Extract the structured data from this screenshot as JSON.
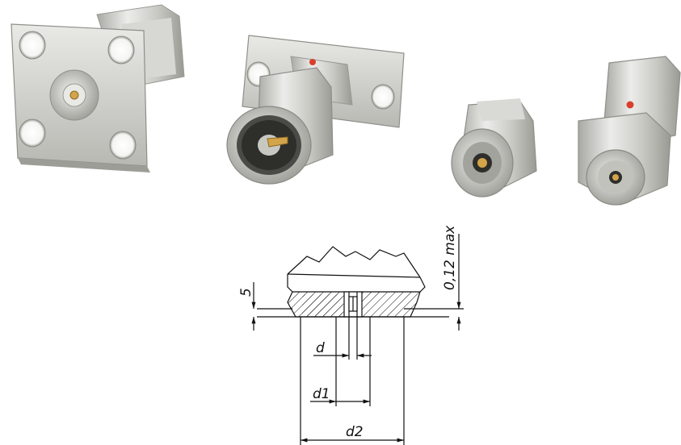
{
  "photo": {
    "connectors": [
      {
        "icon": "square-flange-connector-icon"
      },
      {
        "icon": "two-hole-flange-male-connector-icon"
      },
      {
        "icon": "female-adapter-connector-icon"
      },
      {
        "icon": "hex-body-female-connector-icon"
      }
    ],
    "colors": {
      "steel_light": "#e6e6e3",
      "steel_mid": "#c9c9c4",
      "steel_dark": "#8f8f8a",
      "pin_gold": "#d4a44a",
      "marker_red": "#d8402c"
    }
  },
  "drawing": {
    "dimensions": {
      "d": "d",
      "d1": "d1",
      "d2": "d2",
      "recess": "5",
      "gap": "0,12 max"
    }
  }
}
